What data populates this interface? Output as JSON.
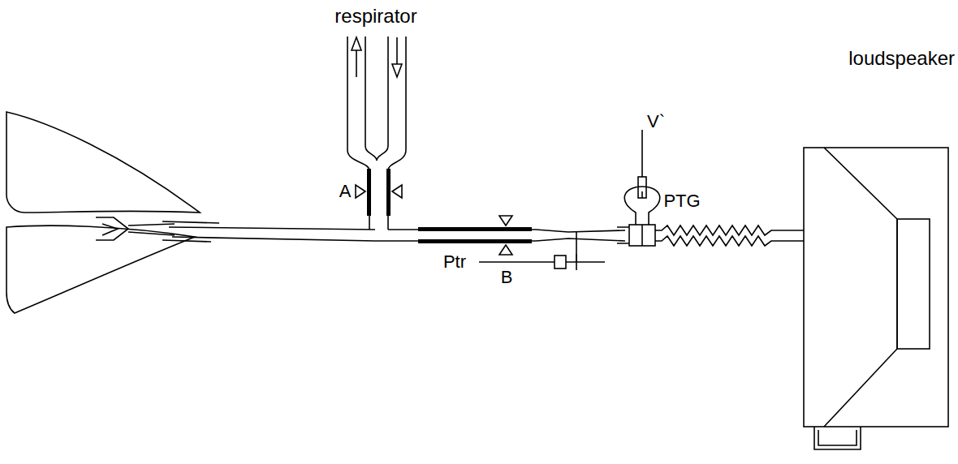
{
  "diagram": {
    "nodes": [
      {
        "text": [
          "loudspeaker"
        ]
      }
    ],
    "labels": [
      "respirator",
      "A",
      "Ptr",
      "V`",
      "PTG",
      "B"
    ]
  }
}
